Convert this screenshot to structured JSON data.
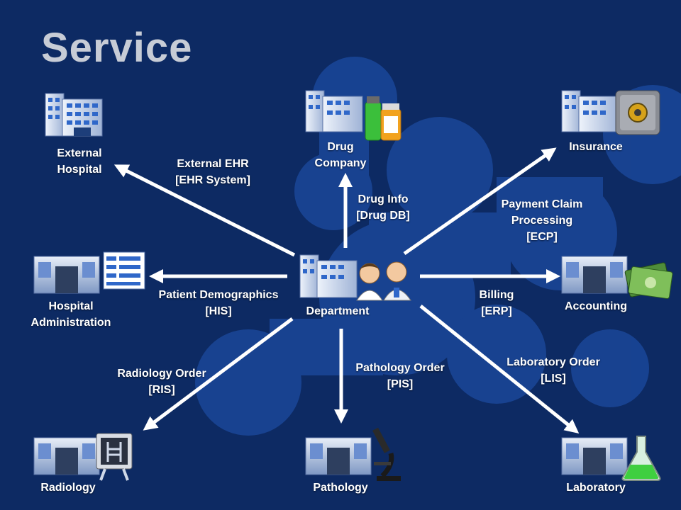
{
  "title": "Service",
  "center": {
    "label": "Department"
  },
  "nodes": {
    "external_hospital": {
      "line1": "External",
      "line2": "Hospital"
    },
    "drug_company": {
      "line1": "Drug",
      "line2": "Company"
    },
    "insurance": {
      "line1": "Insurance"
    },
    "hospital_administration": {
      "line1": "Hospital",
      "line2": "Administration"
    },
    "accounting": {
      "line1": "Accounting"
    },
    "radiology": {
      "line1": "Radiology"
    },
    "pathology": {
      "line1": "Pathology"
    },
    "laboratory": {
      "line1": "Laboratory"
    }
  },
  "edges": {
    "external_ehr": {
      "line1": "External EHR",
      "line2": "[EHR System]"
    },
    "drug_info": {
      "line1": "Drug Info",
      "line2": "[Drug DB]"
    },
    "payment_claim": {
      "line1": "Payment Claim",
      "line2": "Processing",
      "line3": "[ECP]"
    },
    "patient_demographics": {
      "line1": "Patient Demographics",
      "line2": "[HIS]"
    },
    "billing": {
      "line1": "Billing",
      "line2": "[ERP]"
    },
    "radiology_order": {
      "line1": "Radiology Order",
      "line2": "[RIS]"
    },
    "pathology_order": {
      "line1": "Pathology Order",
      "line2": "[PIS]"
    },
    "laboratory_order": {
      "line1": "Laboratory Order",
      "line2": "[LIS]"
    }
  },
  "colors": {
    "background": "#0d2a63",
    "blob": "#1a4799",
    "arrow": "#ffffff",
    "title": "#c7ccd6",
    "text": "#ffffff"
  },
  "icons": {
    "external_hospital": "hospital-building-icon",
    "drug_company": "building-with-medicine-icon",
    "insurance": "building-with-safe-icon",
    "department": "building-with-doctors-icon",
    "hospital_administration": "office-with-form-icon",
    "accounting": "office-with-money-icon",
    "radiology": "office-with-xray-icon",
    "pathology": "office-with-microscope-icon",
    "laboratory": "office-with-flask-icon"
  }
}
